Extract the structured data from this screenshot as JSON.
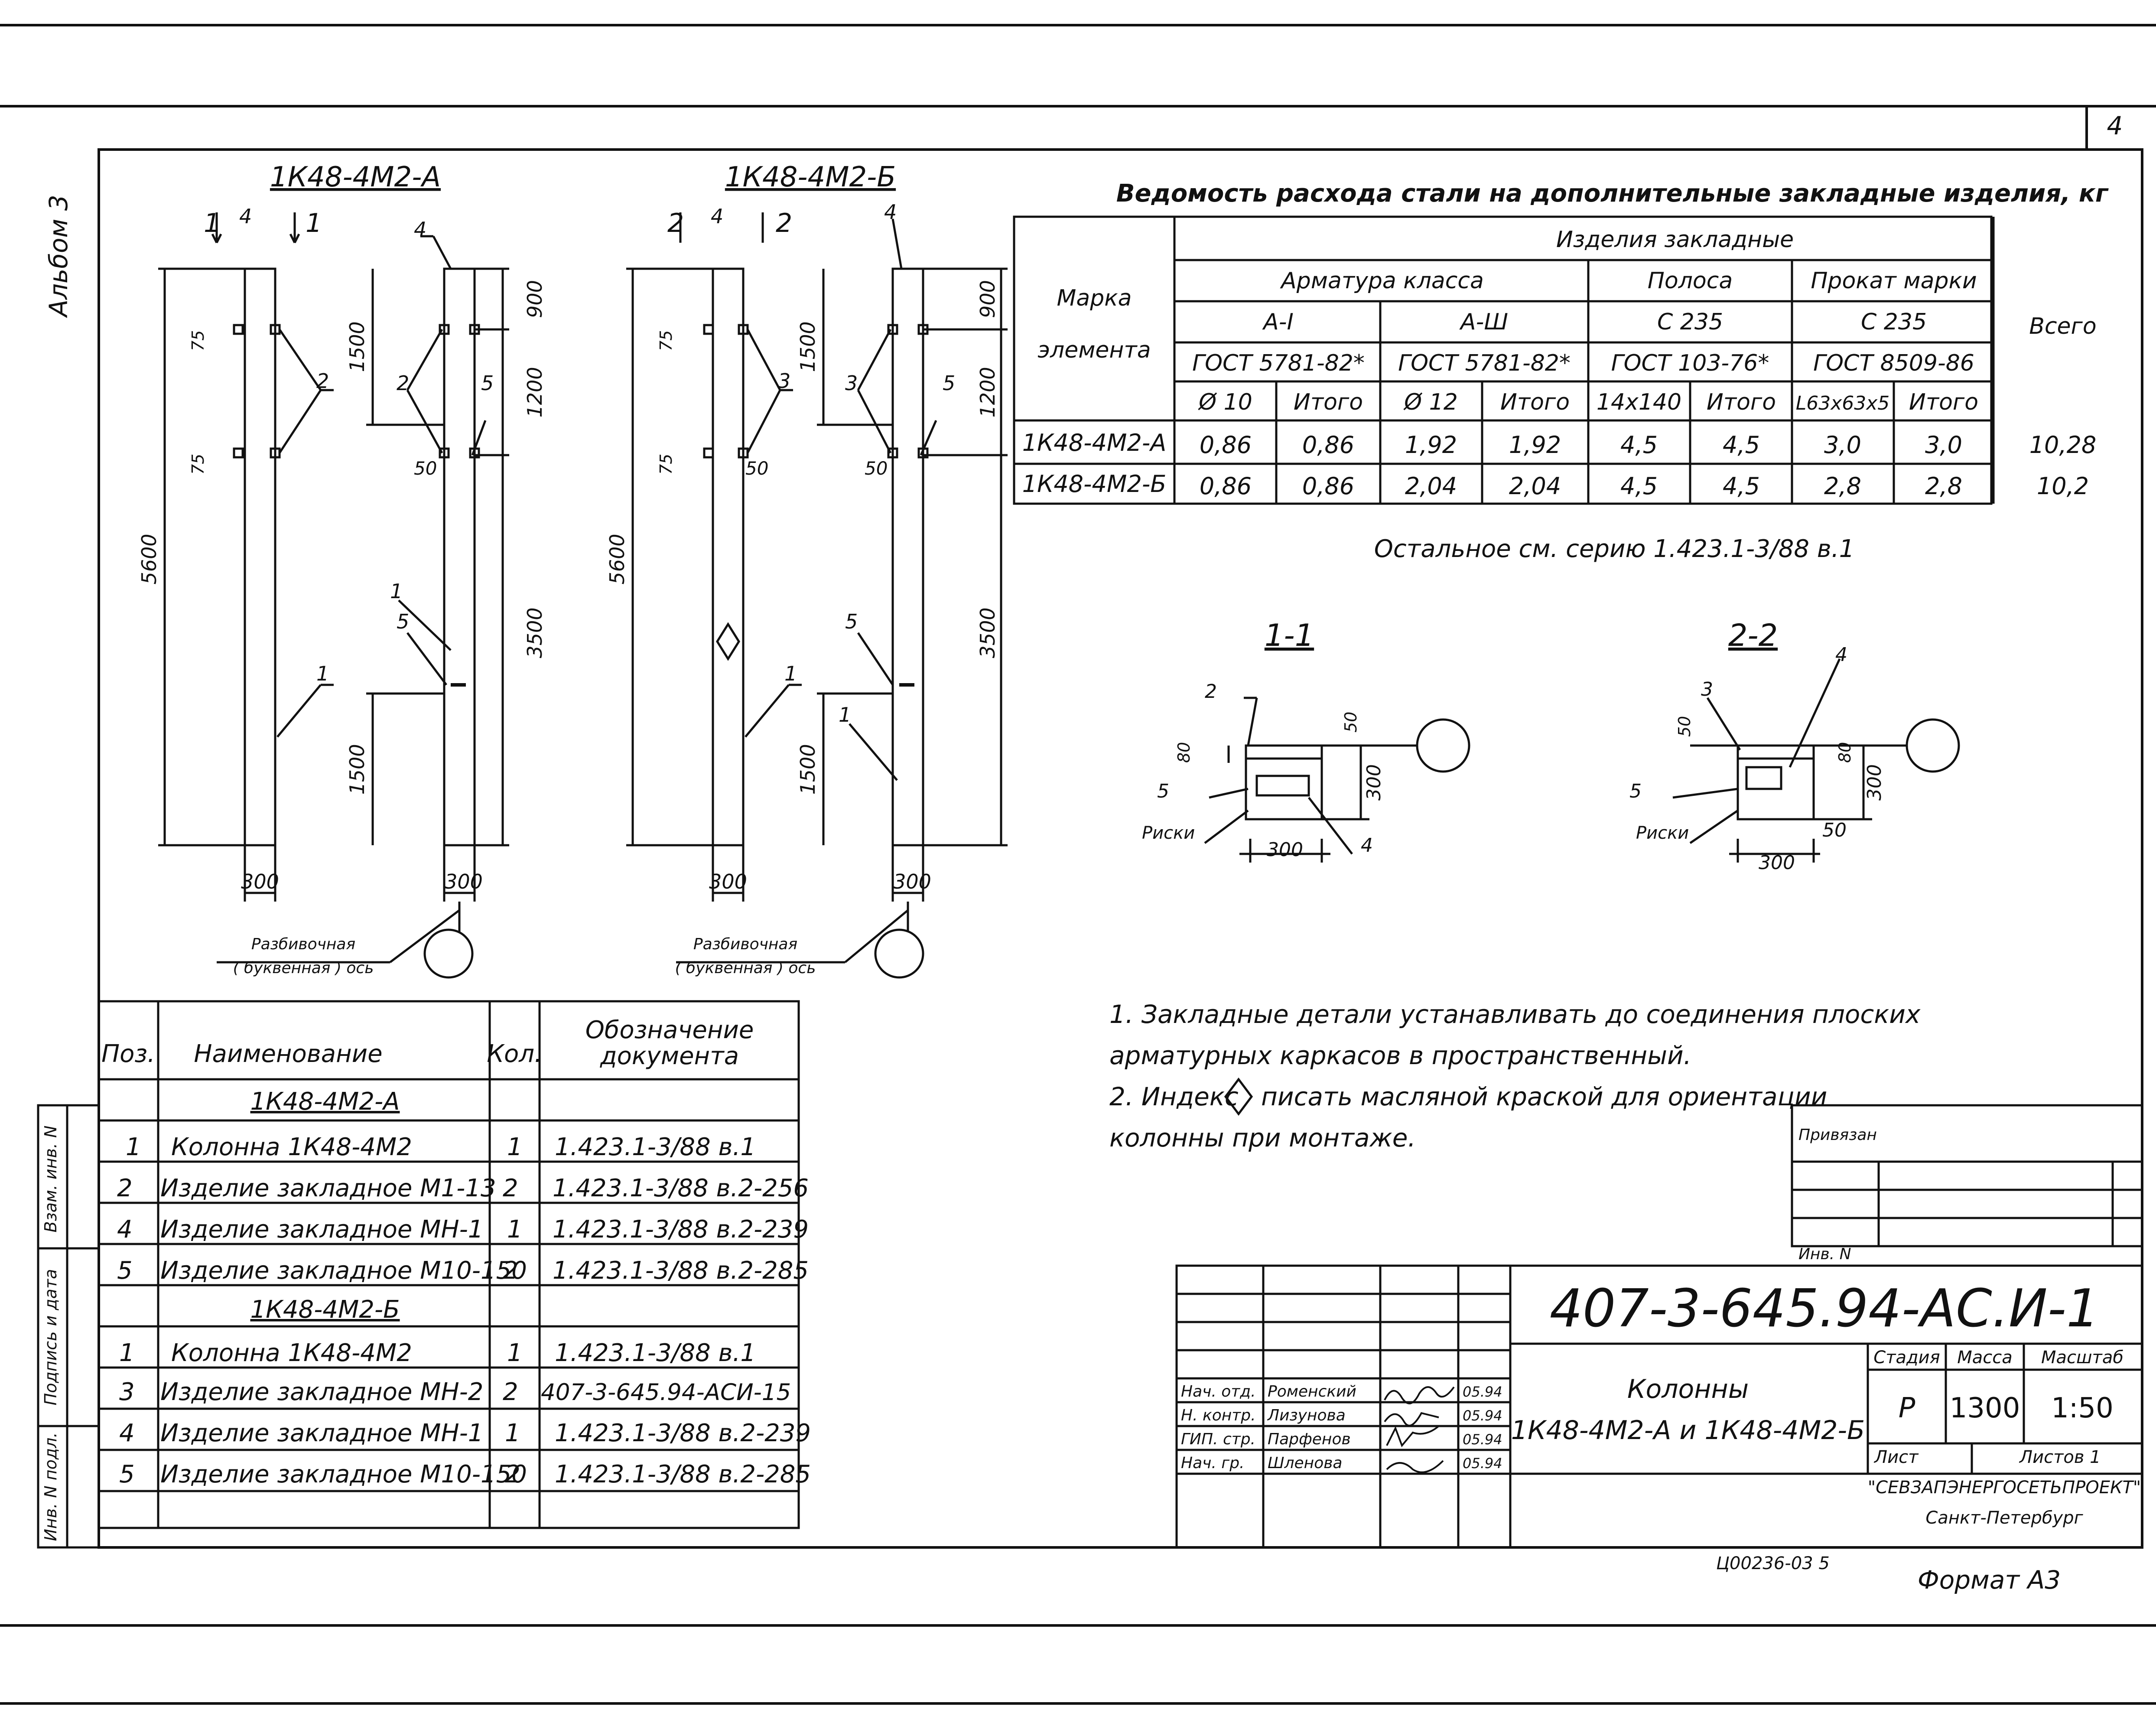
{
  "sheet": {
    "page_number": "4",
    "album": "Альбом 3",
    "format": "Формат А3",
    "archive_number": "Ц00236-03 5"
  },
  "column_a": {
    "title": "1К48-4М2-А",
    "section_label": "1",
    "dim_total": "5600",
    "dim_900": "900",
    "dim_1500_top": "1500",
    "dim_1200": "1200",
    "dim_3500": "3500",
    "dim_1500_bottom": "1500",
    "dim_300": "300",
    "dim_75": "75",
    "dim_50": "50",
    "pos_1": "1",
    "pos_2": "2",
    "pos_4": "4",
    "pos_5": "5"
  },
  "column_b": {
    "title": "1К48-4М2-Б",
    "section_label": "2",
    "pos_3": "3"
  },
  "axis_label": {
    "line1": "Разбивочная",
    "line2": "( буквенная ) ось"
  },
  "steel_table": {
    "title": "Ведомость расхода стали на дополнительные закладные изделия, кг",
    "h_mark": "Марка",
    "h_element": "элемента",
    "h_group": "Изделия закладные",
    "h_armature": "Арматура класса",
    "h_strip": "Полоса",
    "h_rolled": "Прокат марки",
    "h_total": "Всего",
    "h_a1": "А-I",
    "h_a3": "А-Ш",
    "h_c235a": "С 235",
    "h_c235b": "С 235",
    "h_g1": "ГОСТ 5781-82*",
    "h_g2": "ГОСТ 5781-82*",
    "h_g3": "ГОСТ 103-76*",
    "h_g4": "ГОСТ 8509-86",
    "h_d10": "Ø 10",
    "h_it1": "Итого",
    "h_d12": "Ø 12",
    "h_it2": "Итого",
    "h_14x140": "14х140",
    "h_it3": "Итого",
    "h_l63": "L63х63х5",
    "h_it4": "Итого",
    "rows": [
      {
        "mark": "1К48-4М2-А",
        "v1": "0,86",
        "v2": "0,86",
        "v3": "1,92",
        "v4": "1,92",
        "v5": "4,5",
        "v6": "4,5",
        "v7": "3,0",
        "v8": "3,0",
        "total": "10,28"
      },
      {
        "mark": "1К48-4М2-Б",
        "v1": "0,86",
        "v2": "0,86",
        "v3": "2,04",
        "v4": "2,04",
        "v5": "4,5",
        "v6": "4,5",
        "v7": "2,8",
        "v8": "2,8",
        "total": "10,2"
      }
    ],
    "note": "Остальное см. серию 1.423.1-3/88 в.1"
  },
  "sections": {
    "s11": "1-1",
    "s22": "2-2",
    "risks": "Риски",
    "d300": "300",
    "d80": "80",
    "d50": "50",
    "p2": "2",
    "p3": "3",
    "p4": "4",
    "p5": "5"
  },
  "notes": {
    "n1a": "1. Закладные детали устанавливать до соединения плоских",
    "n1b": "арматурных каркасов в пространственный.",
    "n2a": "2. Индекс",
    "n2b": "писать масляной краской для ориентации",
    "n2c": "колонны при монтаже."
  },
  "spec": {
    "h_pos": "Поз.",
    "h_name": "Наименование",
    "h_qty": "Кол.",
    "h_doc1": "Обозначение",
    "h_doc2": "документа",
    "group_a": "1К48-4М2-А",
    "group_b": "1К48-4М2-Б",
    "rows_a": [
      {
        "pos": "1",
        "name": "Колонна 1К48-4М2",
        "qty": "1",
        "doc": "1.423.1-3/88 в.1"
      },
      {
        "pos": "2",
        "name": "Изделие закладное М1-13",
        "qty": "2",
        "doc": "1.423.1-3/88 в.2-256"
      },
      {
        "pos": "4",
        "name": "Изделие закладное МН-1",
        "qty": "1",
        "doc": "1.423.1-3/88 в.2-239"
      },
      {
        "pos": "5",
        "name": "Изделие закладное М10-150",
        "qty": "2",
        "doc": "1.423.1-3/88 в.2-285"
      }
    ],
    "rows_b": [
      {
        "pos": "1",
        "name": "Колонна 1К48-4М2",
        "qty": "1",
        "doc": "1.423.1-3/88 в.1"
      },
      {
        "pos": "3",
        "name": "Изделие закладное МН-2",
        "qty": "2",
        "doc": "407-3-645.94-АСИ-15"
      },
      {
        "pos": "4",
        "name": "Изделие закладное МН-1",
        "qty": "1",
        "doc": "1.423.1-3/88 в.2-239"
      },
      {
        "pos": "5",
        "name": "Изделие закладное М10-150",
        "qty": "2",
        "doc": "1.423.1-3/88 в.2-285"
      }
    ]
  },
  "stamp_side": {
    "vzam": "Взам. инв. N",
    "podpis": "Подпись и дата",
    "inv": "Инв. N подл."
  },
  "title_block": {
    "privyazan": "Привязан",
    "inv_n": "Инв. N",
    "code": "407-3-645.94-АС.И-1",
    "name1": "Колонны",
    "name2": "1К48-4М2-А и 1К48-4М2-Б",
    "stage_h": "Стадия",
    "mass_h": "Масса",
    "scale_h": "Масштаб",
    "stage": "Р",
    "mass": "1300",
    "scale": "1:50",
    "sheet_h": "Лист",
    "sheets_h": "Листов 1",
    "org1": "\"СЕВЗАПЭНЕРГОСЕТЬПРОЕКТ\"",
    "org2": "Санкт-Петербург",
    "people": [
      {
        "role": "Нач. отд.",
        "name": "Роменский",
        "date": "05.94"
      },
      {
        "role": "Н. контр.",
        "name": "Лизунова",
        "date": "05.94"
      },
      {
        "role": "ГИП. стр.",
        "name": "Парфенов",
        "date": "05.94"
      },
      {
        "role": "Нач. гр.",
        "name": "Шленова",
        "date": "05.94"
      }
    ]
  }
}
